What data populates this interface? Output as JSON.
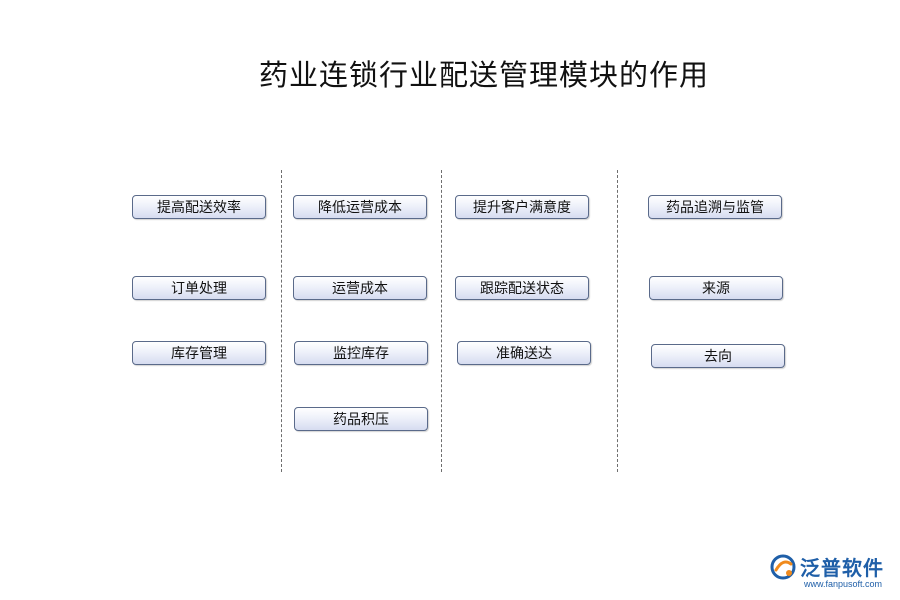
{
  "title": "药业连锁行业配送管理模块的作用",
  "columns": [
    {
      "items": [
        "提高配送效率",
        "订单处理",
        "库存管理"
      ]
    },
    {
      "items": [
        "降低运营成本",
        "运营成本",
        "监控库存",
        "药品积压"
      ]
    },
    {
      "items": [
        "提升客户满意度",
        "跟踪配送状态",
        "准确送达"
      ]
    },
    {
      "items": [
        "药品追溯与监管",
        "来源",
        "去向"
      ]
    }
  ],
  "logo": {
    "name": "泛普软件",
    "url": "www.fanpusoft.com",
    "colors": {
      "blue": "#1f5fa8",
      "orange": "#f08a1c"
    }
  }
}
